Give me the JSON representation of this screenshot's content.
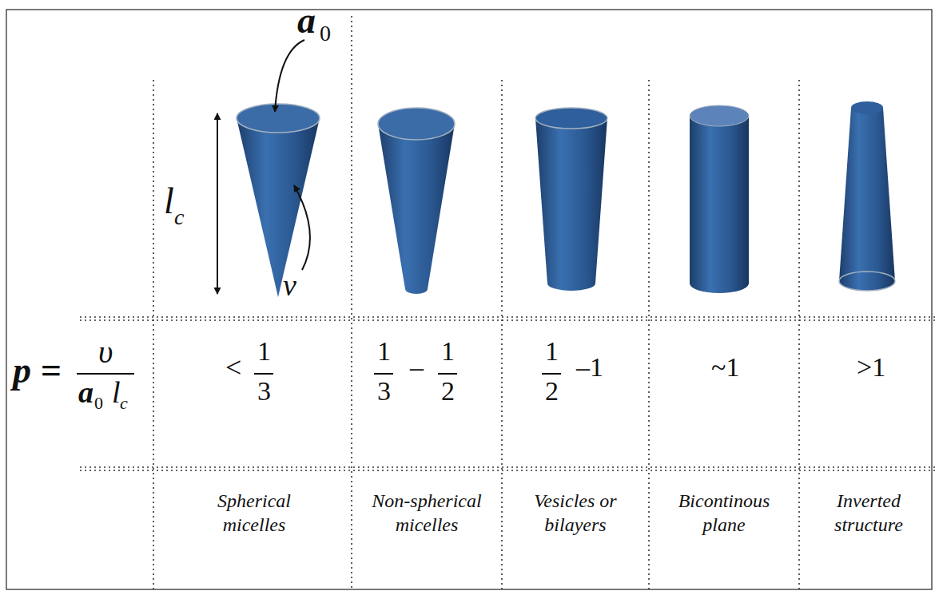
{
  "diagram": {
    "labels": [
      "a",
      "0",
      "l",
      "c",
      "v",
      "p =",
      "υ",
      "a",
      "0",
      "l",
      "c",
      "<",
      "1",
      "3",
      "1",
      "3",
      "–",
      "1",
      "2",
      "1",
      "2",
      "–1",
      "~1",
      ">1",
      "Spherical micelles",
      "Non-spherical micelles",
      "Vesicles or bilayers",
      "Bicontinous plane",
      "Inverted structure"
    ]
  }
}
